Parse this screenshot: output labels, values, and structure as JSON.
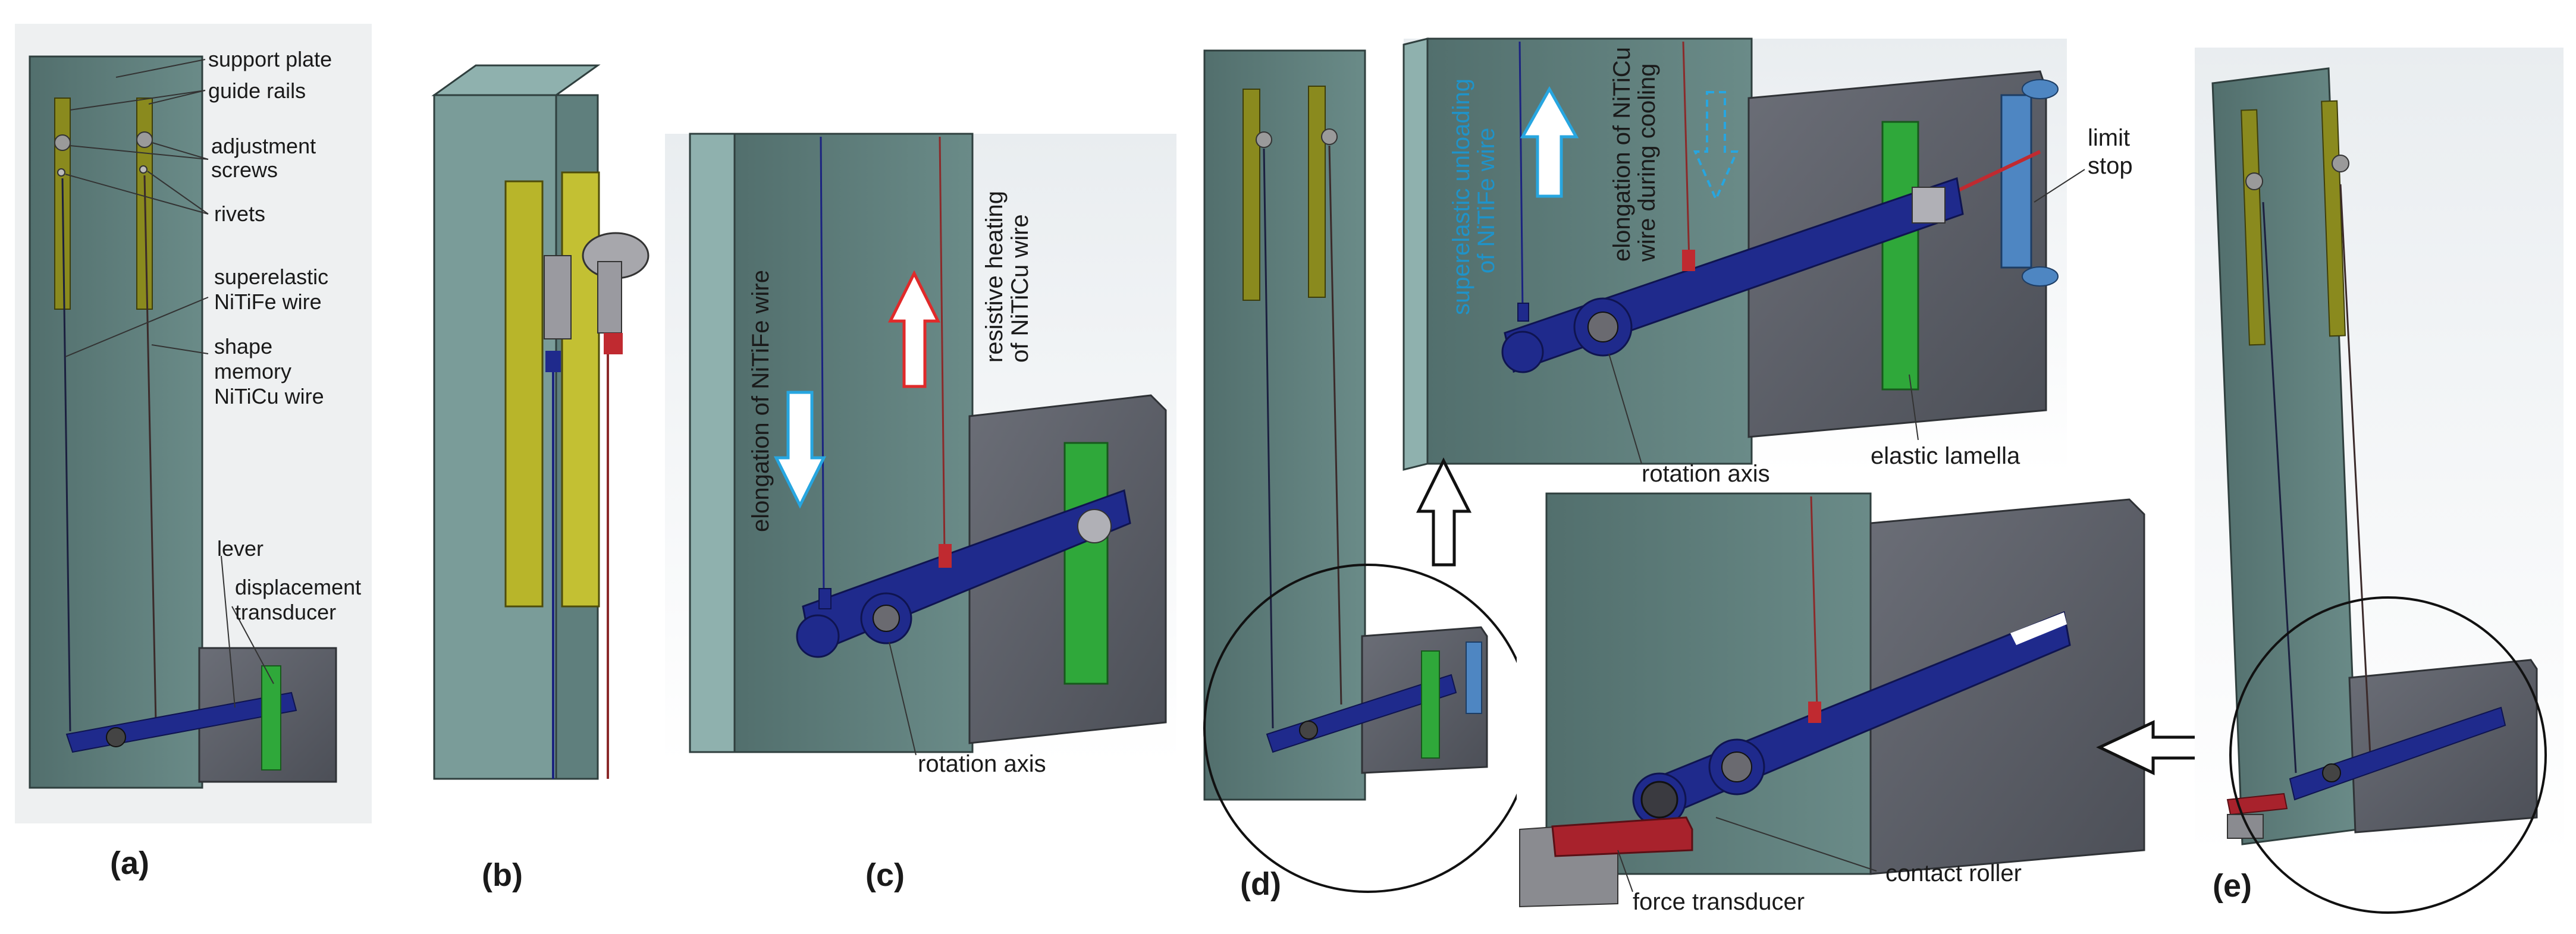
{
  "panels": {
    "a": {
      "caption": "(a)",
      "labels": {
        "support_plate": "support plate",
        "guide_rails": "guide rails",
        "adjustment_screws_1": "adjustment",
        "adjustment_screws_2": "screws",
        "rivets": "rivets",
        "superelastic_1": "superelastic",
        "superelastic_2": "NiTiFe wire",
        "shape_memory_1": "shape",
        "shape_memory_2": "memory",
        "shape_memory_3": "NiTiCu wire",
        "lever": "lever",
        "displacement_1": "displacement",
        "displacement_2": "transducer"
      }
    },
    "b": {
      "caption": "(b)"
    },
    "c": {
      "caption": "(c)",
      "labels": {
        "elongation": "elongation of NiTiFe wire",
        "heating_1": "resistive heating",
        "heating_2": "of NiTiCu wire",
        "rotation_axis": "rotation axis"
      }
    },
    "d": {
      "caption": "(d)",
      "labels": {
        "unloading_1": "superelastic unloading",
        "unloading_2": "of NiTiFe wire",
        "cooling_1": "elongation of NiTiCu",
        "cooling_2": "wire during cooling",
        "limit_1": "limit",
        "limit_2": "stop",
        "rotation_axis": "rotation axis",
        "elastic_lamella": "elastic lamella",
        "contact_roller": "contact roller",
        "force_transducer": "force transducer"
      }
    },
    "e": {
      "caption": "(e)"
    }
  },
  "colors": {
    "plate": "#5f7f7d",
    "plate_side": "#8fb1ae",
    "box": "#5d6068",
    "lever": "#1f2a8c",
    "rail": "#8a8a1e",
    "green_part": "#2fa83a",
    "blue_arrow": "#27a6e0",
    "red_arrow": "#e02a2a",
    "red_block": "#a8222c"
  }
}
